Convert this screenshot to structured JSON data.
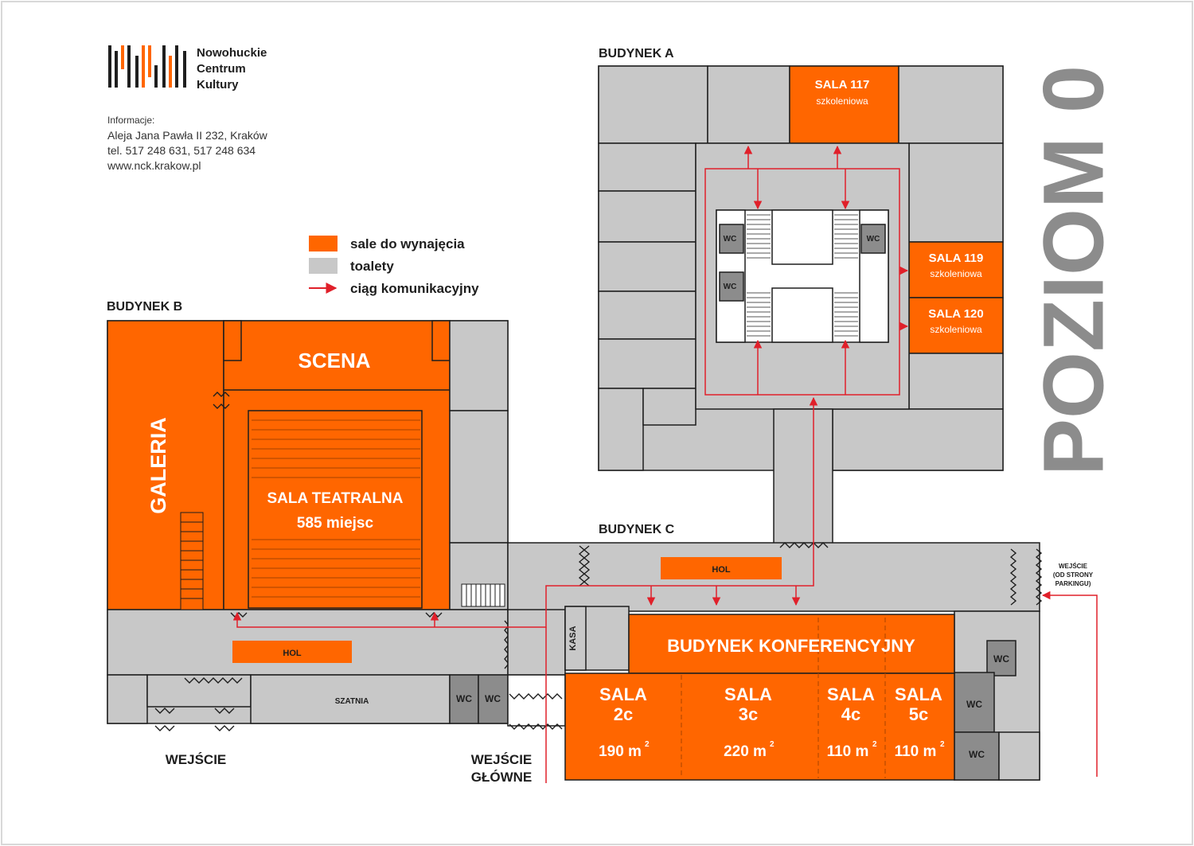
{
  "logo": {
    "line1": "Nowohuckie",
    "line2": "Centrum",
    "line3": "Kultury"
  },
  "info": {
    "label": "Informacje:",
    "address": "Aleja Jana Pawła II 232, Kraków",
    "phone": "tel.  517 248 631, 517 248 634",
    "website": "www.nck.krakow.pl"
  },
  "legend": {
    "rent": "sale do wynajęcia",
    "toilets": "toalety",
    "path": "ciąg komunikacyjny"
  },
  "level": "POZIOM 0",
  "buildings": {
    "a": "BUDYNEK A",
    "b": "BUDYNEK B",
    "c": "BUDYNEK C"
  },
  "rooms": {
    "sala117": {
      "name": "SALA 117",
      "type": "szkoleniowa"
    },
    "sala119": {
      "name": "SALA 119",
      "type": "szkoleniowa"
    },
    "sala120": {
      "name": "SALA 120",
      "type": "szkoleniowa"
    },
    "scena": "SCENA",
    "galeria": "GALERIA",
    "teatralna": {
      "name": "SALA TEATRALNA",
      "seats": "585 miejsc"
    },
    "hol": "HOL",
    "szatnia": "SZATNIA",
    "kasa": "KASA",
    "wc": "WC",
    "konferencyjny": "BUDYNEK KONFERENCYJNY",
    "sala2c": {
      "l1": "SALA",
      "l2": "2c",
      "area": "190 m",
      "sup": "2"
    },
    "sala3c": {
      "l1": "SALA",
      "l2": "3c",
      "area": "220 m",
      "sup": "2"
    },
    "sala4c": {
      "l1": "SALA",
      "l2": "4c",
      "area": "110 m",
      "sup": "2"
    },
    "sala5c": {
      "l1": "SALA",
      "l2": "5c",
      "area": "110 m",
      "sup": "2"
    }
  },
  "entrances": {
    "wejscie": "WEJŚCIE",
    "glowne1": "WEJŚCIE",
    "glowne2": "GŁÓWNE",
    "parking1": "WEJŚCIE",
    "parking2": "(OD STRONY",
    "parking3": "PARKINGU)"
  },
  "colors": {
    "orange": "#ff6600",
    "gray": "#c8c8c8",
    "dark_gray": "#8c8c8c",
    "red": "#e0202a",
    "text": "#1e1e1e",
    "level_text": "#8c8c8c"
  }
}
